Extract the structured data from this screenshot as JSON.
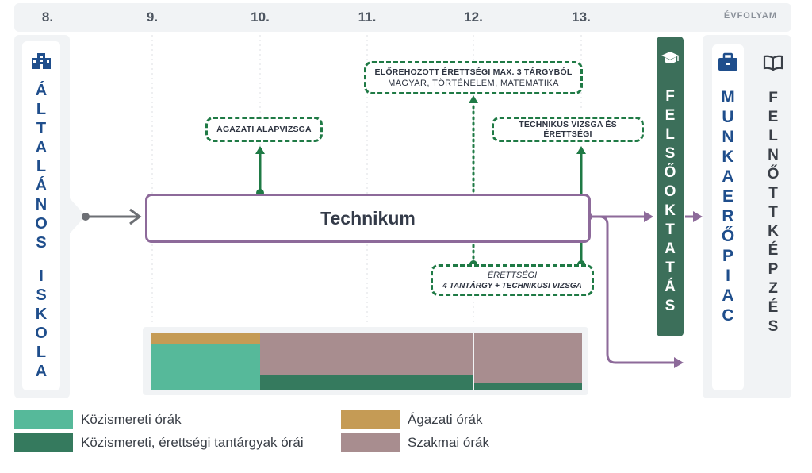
{
  "grades": [
    "8.",
    "9.",
    "10.",
    "11.",
    "12.",
    "13."
  ],
  "grade_axis_label": "ÉVFOLYAM",
  "left_column": {
    "title": "ÁLTALÁNOS ISKOLA",
    "icon": "school-building-icon",
    "color": "#1f4e8c"
  },
  "program": {
    "label": "Technikum",
    "border_color": "#8d6a9a"
  },
  "callouts": {
    "agazati": {
      "bold": "ÁGAZATI ALAPVIZSGA"
    },
    "eloerehozott": {
      "bold": "ELŐREHOZOTT ÉRETTSÉGI MAX. 3 TÁRGYBÓL",
      "normal": "MAGYAR, TÖRTÉNELEM, MATEMATIKA"
    },
    "technikus": {
      "bold": "TECHNIKUS VIZSGA ÉS ÉRETTSÉGI"
    },
    "erettsegi": {
      "italic": "ÉRETTSÉGI",
      "bold_italic": "4 TANTÁRGY + TECHNIKUSI VIZSGA"
    }
  },
  "right_columns": [
    {
      "text": "FELSŐOKTATÁS",
      "icon": "graduation-cap-icon",
      "color": "#ffffff",
      "bg": "#3c6f5a"
    },
    {
      "text": "MUNKAERŐPIAC",
      "icon": "briefcase-icon",
      "color": "#1f4e8c"
    },
    {
      "text": "FELNŐTTKÉPZÉS",
      "icon": "open-book-icon",
      "color": "#3a3f47"
    }
  ],
  "colors": {
    "kozismereti": "#56b99a",
    "kozismereti_erettsegi": "#357a5e",
    "agazati": "#c59b55",
    "szakmai": "#a88d8f",
    "arrow_green": "#1f7a45",
    "arrow_purple": "#8d6a9a",
    "arrow_gray": "#6c6f74"
  },
  "legend": [
    {
      "label": "Közismereti órák",
      "color": "#56b99a"
    },
    {
      "label": "Ágazati órák",
      "color": "#c59b55"
    },
    {
      "label": "Közismereti, érettségi tantárgyak órái",
      "color": "#357a5e"
    },
    {
      "label": "Szakmai órák",
      "color": "#a88d8f"
    }
  ],
  "hours_chart": {
    "columns": [
      {
        "grades": "9.",
        "segments": {
          "agazati": 0.2,
          "kozismereti": 0.8,
          "kozismereti_erettsegi": 0.0,
          "szakmai": 0.0
        }
      },
      {
        "grades": "10.–11.",
        "segments": {
          "agazati": 0.0,
          "kozismereti": 0.0,
          "kozismereti_erettsegi": 0.25,
          "szakmai": 0.75
        }
      },
      {
        "grades": "12.–13.",
        "segments": {
          "agazati": 0.0,
          "kozismereti": 0.0,
          "kozismereti_erettsegi": 0.12,
          "szakmai": 0.88
        }
      }
    ]
  }
}
